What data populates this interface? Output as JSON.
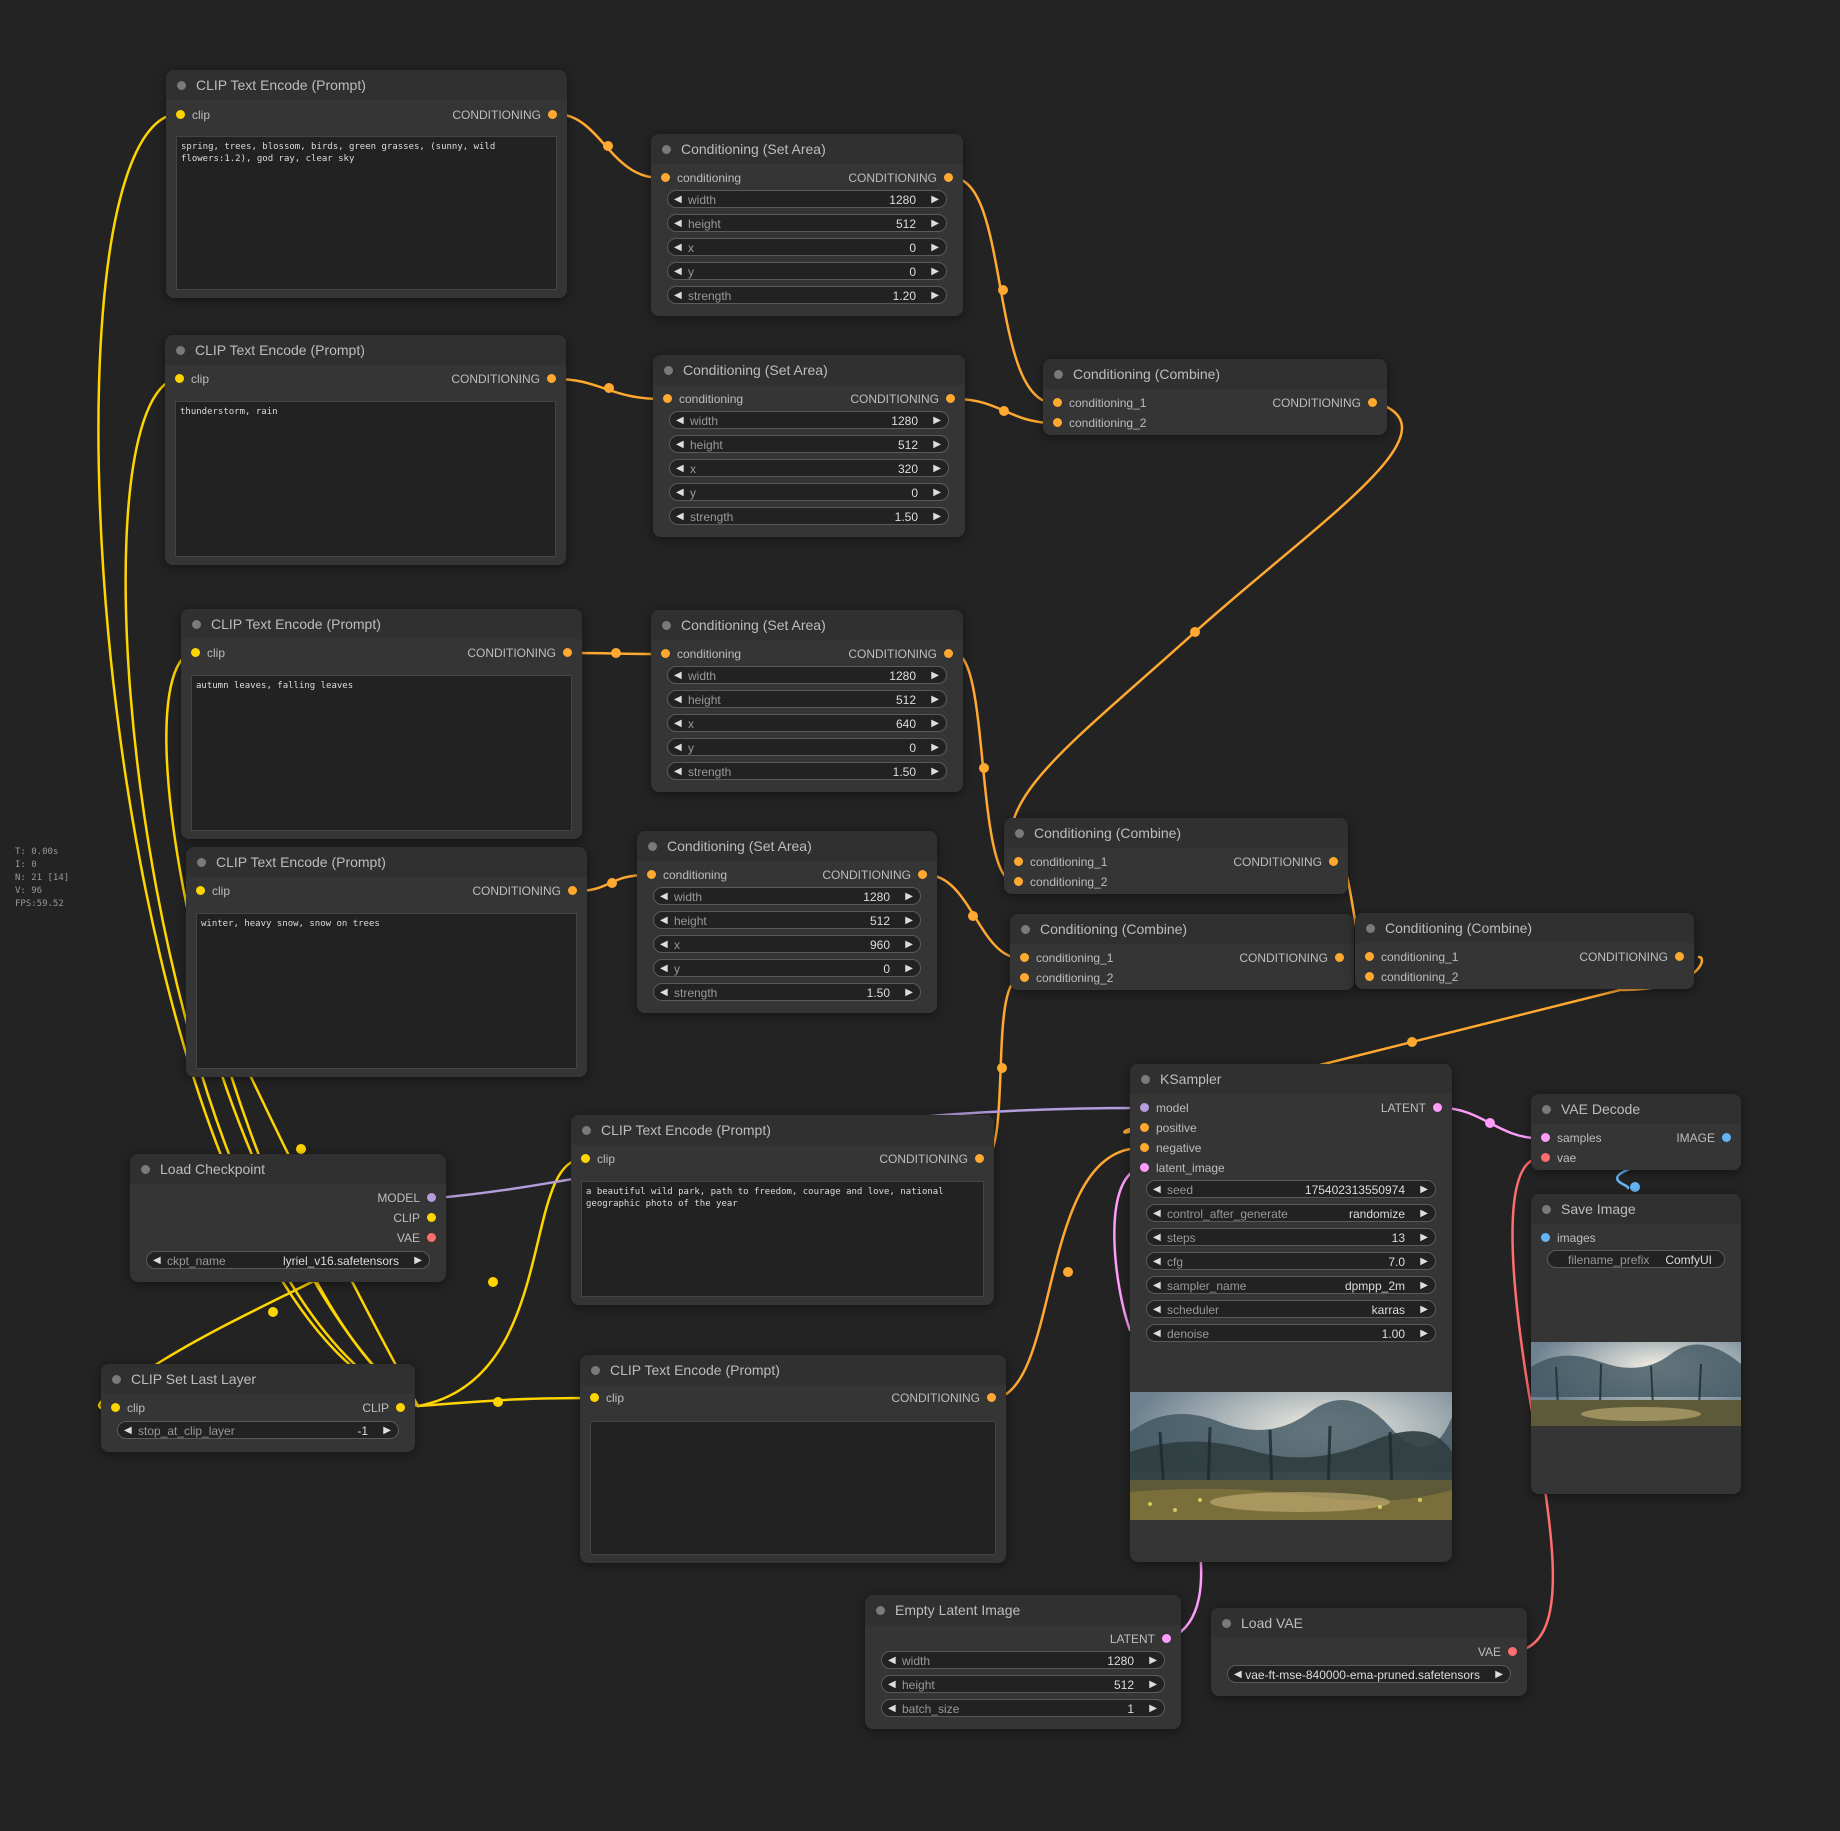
{
  "stats": [
    "T: 0.00s",
    "I: 0",
    "N: 21 [14]",
    "V: 96",
    "FPS:59.52"
  ],
  "colors": {
    "canvas": "#232323",
    "node": "#353535",
    "clip": "#ffd500",
    "conditioning": "#ffa931",
    "model": "#b39ddb",
    "vae": "#ff6e6e",
    "latent": "#ff9cf9",
    "image": "#64b5f6"
  },
  "nodes": {
    "clip1": {
      "title": "CLIP Text Encode (Prompt)",
      "in": "clip",
      "out": "CONDITIONING",
      "text": "spring, trees, blossom, birds, green grasses, (sunny, wild flowers:1.2), god ray, clear sky"
    },
    "clip2": {
      "title": "CLIP Text Encode (Prompt)",
      "in": "clip",
      "out": "CONDITIONING",
      "text": "thunderstorm, rain"
    },
    "clip3": {
      "title": "CLIP Text Encode (Prompt)",
      "in": "clip",
      "out": "CONDITIONING",
      "text": "autumn leaves, falling leaves"
    },
    "clip4": {
      "title": "CLIP Text Encode (Prompt)",
      "in": "clip",
      "out": "CONDITIONING",
      "text": "winter, heavy snow, snow on trees"
    },
    "clip5": {
      "title": "CLIP Text Encode (Prompt)",
      "in": "clip",
      "out": "CONDITIONING",
      "text": "a beautiful wild park, path to freedom, courage and love, national geographic photo of the year"
    },
    "clip6": {
      "title": "CLIP Text Encode (Prompt)",
      "in": "clip",
      "out": "CONDITIONING",
      "text": ""
    },
    "area1": {
      "title": "Conditioning (Set Area)",
      "in": "conditioning",
      "out": "CONDITIONING",
      "width": {
        "label": "width",
        "value": "1280"
      },
      "height": {
        "label": "height",
        "value": "512"
      },
      "x": {
        "label": "x",
        "value": "0"
      },
      "y": {
        "label": "y",
        "value": "0"
      },
      "strength": {
        "label": "strength",
        "value": "1.20"
      }
    },
    "area2": {
      "title": "Conditioning (Set Area)",
      "in": "conditioning",
      "out": "CONDITIONING",
      "width": {
        "label": "width",
        "value": "1280"
      },
      "height": {
        "label": "height",
        "value": "512"
      },
      "x": {
        "label": "x",
        "value": "320"
      },
      "y": {
        "label": "y",
        "value": "0"
      },
      "strength": {
        "label": "strength",
        "value": "1.50"
      }
    },
    "area3": {
      "title": "Conditioning (Set Area)",
      "in": "conditioning",
      "out": "CONDITIONING",
      "width": {
        "label": "width",
        "value": "1280"
      },
      "height": {
        "label": "height",
        "value": "512"
      },
      "x": {
        "label": "x",
        "value": "640"
      },
      "y": {
        "label": "y",
        "value": "0"
      },
      "strength": {
        "label": "strength",
        "value": "1.50"
      }
    },
    "area4": {
      "title": "Conditioning (Set Area)",
      "in": "conditioning",
      "out": "CONDITIONING",
      "width": {
        "label": "width",
        "value": "1280"
      },
      "height": {
        "label": "height",
        "value": "512"
      },
      "x": {
        "label": "x",
        "value": "960"
      },
      "y": {
        "label": "y",
        "value": "0"
      },
      "strength": {
        "label": "strength",
        "value": "1.50"
      }
    },
    "comb1": {
      "title": "Conditioning (Combine)",
      "in1": "conditioning_1",
      "in2": "conditioning_2",
      "out": "CONDITIONING"
    },
    "comb2": {
      "title": "Conditioning (Combine)",
      "in1": "conditioning_1",
      "in2": "conditioning_2",
      "out": "CONDITIONING"
    },
    "comb3": {
      "title": "Conditioning (Combine)",
      "in1": "conditioning_1",
      "in2": "conditioning_2",
      "out": "CONDITIONING"
    },
    "comb4": {
      "title": "Conditioning (Combine)",
      "in1": "conditioning_1",
      "in2": "conditioning_2",
      "out": "CONDITIONING"
    },
    "checkpoint": {
      "title": "Load Checkpoint",
      "out_model": "MODEL",
      "out_clip": "CLIP",
      "out_vae": "VAE",
      "ckpt": {
        "label": "ckpt_name",
        "value": "lyriel_v16.safetensors"
      }
    },
    "lastlayer": {
      "title": "CLIP Set Last Layer",
      "in": "clip",
      "out": "CLIP",
      "stop": {
        "label": "stop_at_clip_layer",
        "value": "-1"
      }
    },
    "ksampler": {
      "title": "KSampler",
      "in_model": "model",
      "in_positive": "positive",
      "in_negative": "negative",
      "in_latent": "latent_image",
      "out": "LATENT",
      "seed": {
        "label": "seed",
        "value": "175402313550974"
      },
      "control": {
        "label": "control_after_generate",
        "value": "randomize"
      },
      "steps": {
        "label": "steps",
        "value": "13"
      },
      "cfg": {
        "label": "cfg",
        "value": "7.0"
      },
      "sampler": {
        "label": "sampler_name",
        "value": "dpmpp_2m"
      },
      "scheduler": {
        "label": "scheduler",
        "value": "karras"
      },
      "denoise": {
        "label": "denoise",
        "value": "1.00"
      }
    },
    "vaedecode": {
      "title": "VAE Decode",
      "in_samples": "samples",
      "in_vae": "vae",
      "out": "IMAGE"
    },
    "saveimage": {
      "title": "Save Image",
      "in": "images",
      "prefix": {
        "label": "filename_prefix",
        "value": "ComfyUI"
      }
    },
    "latent": {
      "title": "Empty Latent Image",
      "out": "LATENT",
      "width": {
        "label": "width",
        "value": "1280"
      },
      "height": {
        "label": "height",
        "value": "512"
      },
      "batch": {
        "label": "batch_size",
        "value": "1"
      }
    },
    "loadvae": {
      "title": "Load VAE",
      "out": "VAE",
      "vae": {
        "label": "",
        "value": "vae-ft-mse-840000-ema-pruned.safetensors"
      }
    }
  }
}
